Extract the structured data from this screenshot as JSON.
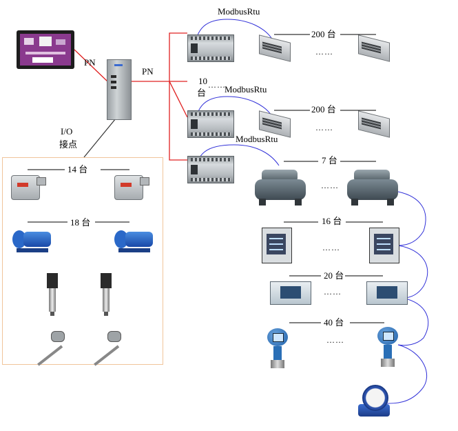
{
  "labels": {
    "pn_left": "PN",
    "pn_right": "PN",
    "io_line1": "I/O",
    "io_line2": "接点",
    "modbus_1": "ModbusRtu",
    "modbus_2": "ModbusRtu",
    "modbus_3": "ModbusRtu",
    "plc_count_1": "10",
    "plc_count_2": "台",
    "fcu_count_1": "200 台",
    "fcu_count_2": "200 台",
    "chiller_count": "7 台",
    "meter_count": "16 台",
    "recorder_count": "20 台",
    "transmitter_count": "40 台",
    "actuator_count": "14 台",
    "pump_count": "18 台",
    "ellipsis": "……"
  },
  "colors": {
    "profinet_line": "#e02020",
    "modbus_line": "#3030d8",
    "io_line": "#333333",
    "count_line": "#000000",
    "io_box_border": "#f0c49a"
  },
  "icons": {
    "hmi": "hmi-touch-panel-icon",
    "cpu": "plc-cpu-icon",
    "plc": "plc-module-icon",
    "fcu": "fan-coil-unit-icon",
    "chiller": "chiller-icon",
    "meter": "power-meter-icon",
    "recorder": "recorder-icon",
    "transmitter": "transmitter-icon",
    "actuator": "valve-actuator-icon",
    "pump": "water-pump-icon",
    "pressure": "pressure-transducer-icon",
    "thermocouple": "thermocouple-icon",
    "water_meter": "water-meter-icon"
  }
}
